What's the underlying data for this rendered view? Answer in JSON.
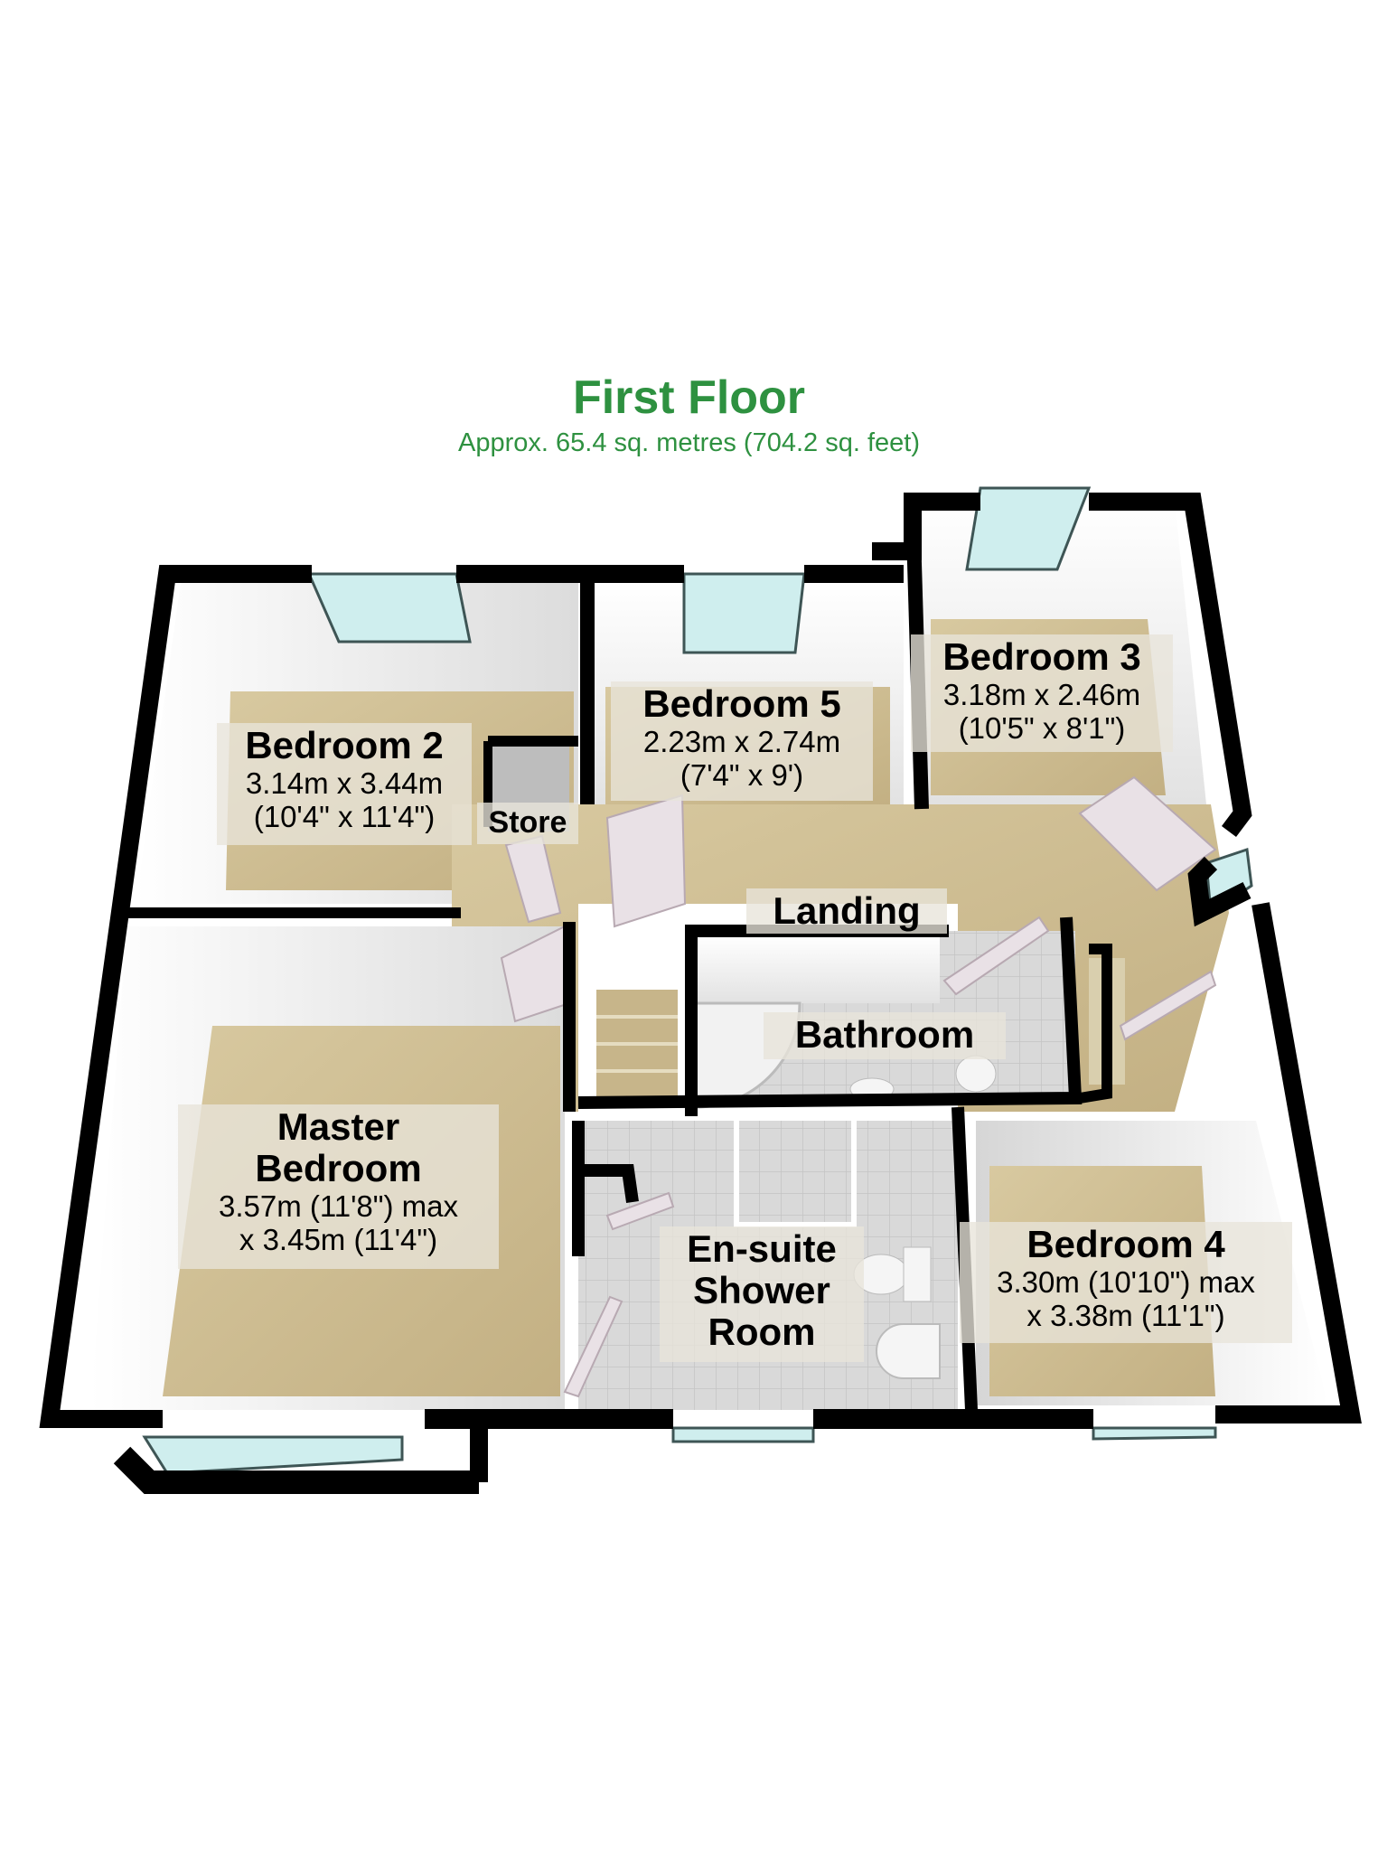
{
  "header": {
    "title": "First Floor",
    "subtitle": "Approx. 65.4 sq. metres (704.2 sq. feet)"
  },
  "colors": {
    "title_green": "#2e9140",
    "wall": "#000000",
    "carpet": "#c9b98e",
    "tile": "#d8d8d8",
    "glass": "#cfeeee",
    "label_bg": "#e8e4da"
  },
  "rooms": [
    {
      "id": "bedroom-2",
      "name": "Bedroom 2",
      "dim_line1": "3.14m x 3.44m",
      "dim_line2": "(10'4\" x 11'4\")"
    },
    {
      "id": "store",
      "name": "Store"
    },
    {
      "id": "bedroom-5",
      "name": "Bedroom 5",
      "dim_line1": "2.23m x 2.74m",
      "dim_line2": "(7'4\" x 9')"
    },
    {
      "id": "bedroom-3",
      "name": "Bedroom 3",
      "dim_line1": "3.18m x 2.46m",
      "dim_line2": "(10'5\" x 8'1\")"
    },
    {
      "id": "landing",
      "name": "Landing"
    },
    {
      "id": "bathroom",
      "name": "Bathroom"
    },
    {
      "id": "master-bedroom",
      "name_line1": "Master",
      "name_line2": "Bedroom",
      "dim_line1": "3.57m (11'8\") max",
      "dim_line2": "x 3.45m (11'4\")"
    },
    {
      "id": "en-suite",
      "name_line1": "En-suite",
      "name_line2": "Shower",
      "name_line3": "Room"
    },
    {
      "id": "bedroom-4",
      "name": "Bedroom 4",
      "dim_line1": "3.30m (10'10\") max",
      "dim_line2": "x 3.38m (11'1\")"
    }
  ]
}
